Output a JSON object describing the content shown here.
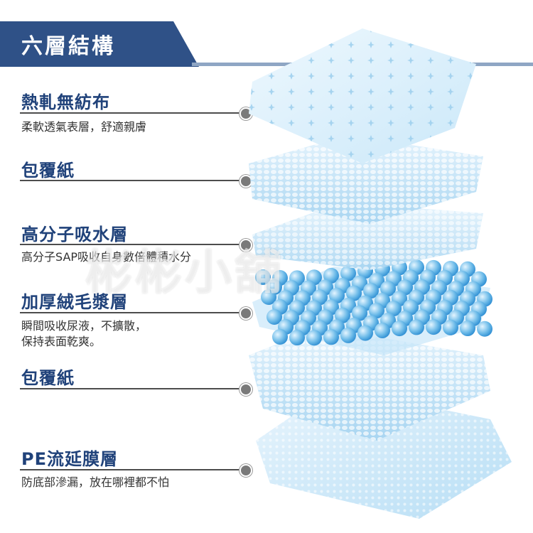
{
  "title": "六層結構",
  "layers": [
    {
      "heading": "熱軋無紡布",
      "desc": [
        "柔軟透氣表層，舒適親膚"
      ]
    },
    {
      "heading": "包覆紙",
      "desc": []
    },
    {
      "heading": "高分子吸水層",
      "desc": [
        "高分子SAP吸收自身數倍體積水分"
      ]
    },
    {
      "heading": "加厚絨毛漿層",
      "desc": [
        "瞬間吸收尿液，不擴散，",
        "保持表面乾爽。"
      ]
    },
    {
      "heading": "包覆紙",
      "desc": []
    },
    {
      "heading": "PE流延膜層",
      "desc": [
        "防底部滲漏，放在哪裡都不怕"
      ]
    }
  ],
  "watermark": "彬彬小舖",
  "colors": {
    "banner": "#2f5187",
    "heading": "#20427a",
    "layer_light": "#dbeefa",
    "layer_mid": "#a9d6f2",
    "layer_dark": "#5eb1e6"
  }
}
